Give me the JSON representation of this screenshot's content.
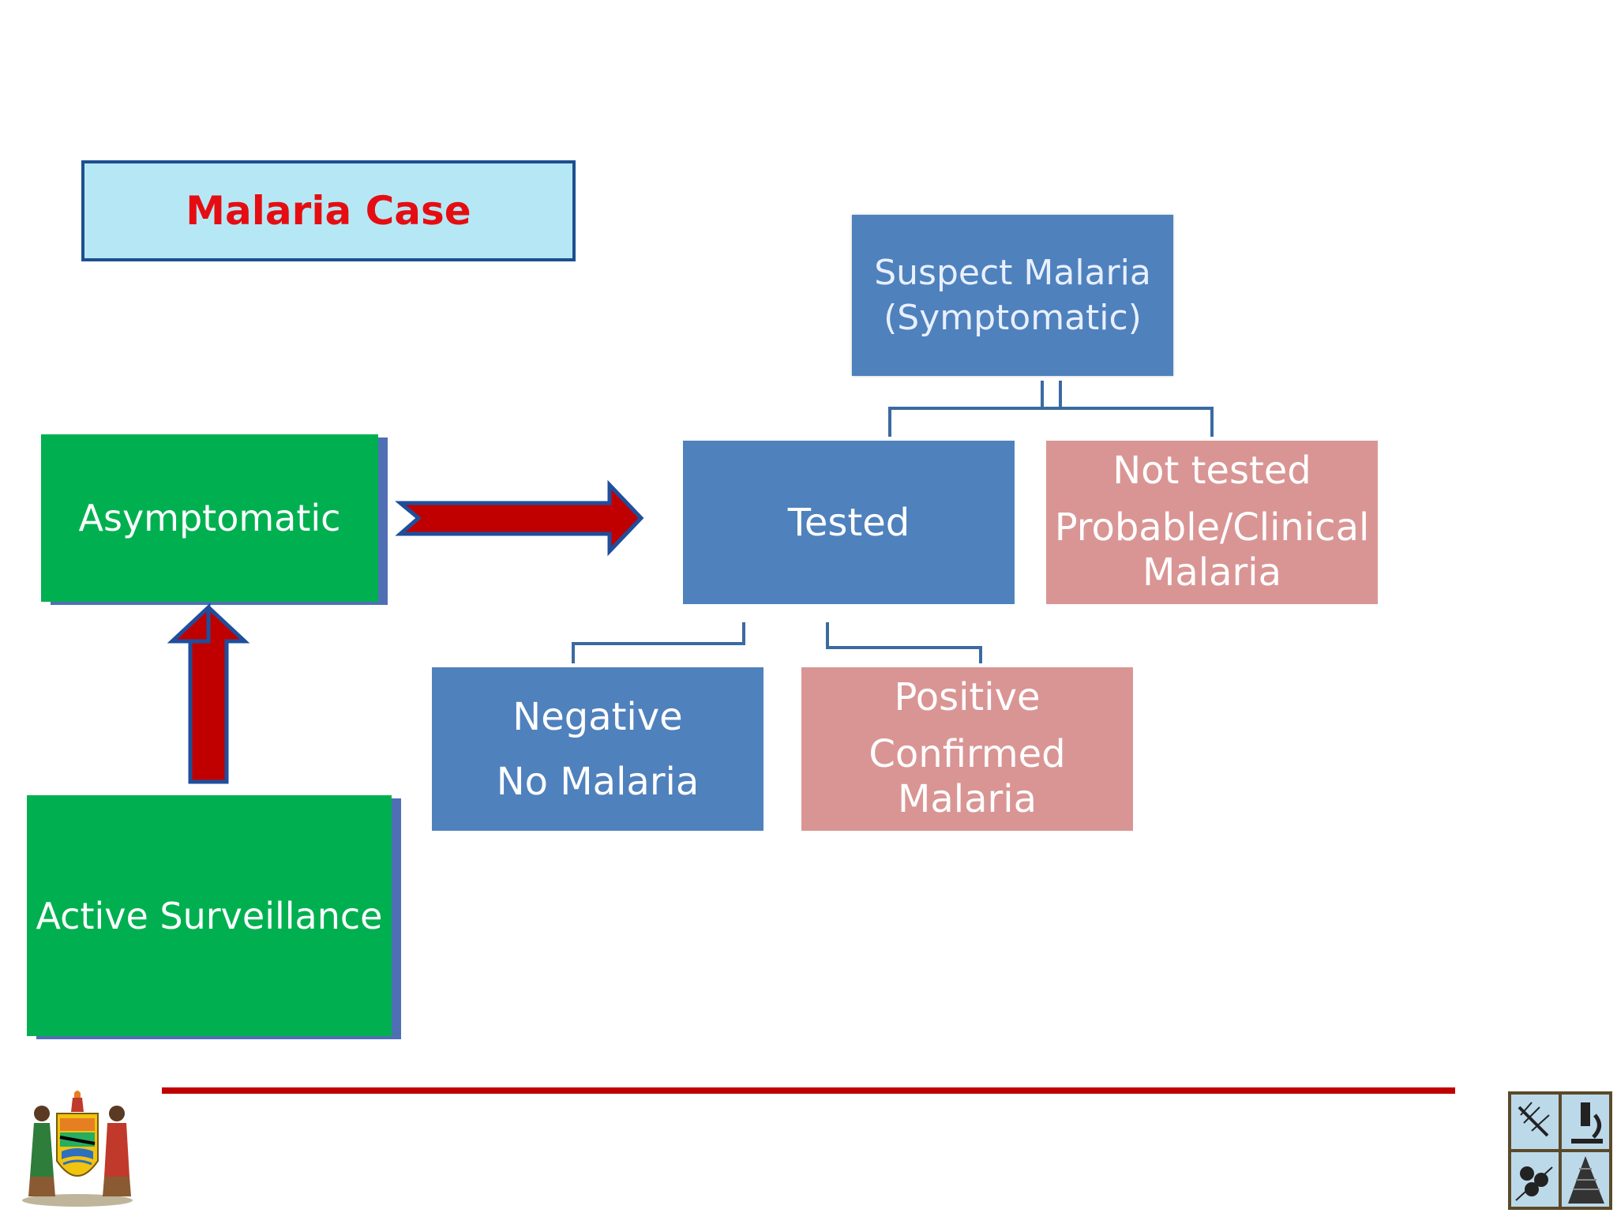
{
  "title": "Malaria Case",
  "nodes": {
    "suspect": {
      "line1": "Suspect Malaria",
      "line2": "(Symptomatic)"
    },
    "tested": {
      "label": "Tested"
    },
    "not_tested": {
      "line1": "Not tested",
      "line2": "Probable/Clinical",
      "line3": "Malaria"
    },
    "negative": {
      "line1": "Negative",
      "line2": "No Malaria"
    },
    "positive": {
      "line1": "Positive",
      "line2": "Confirmed",
      "line3": "Malaria"
    },
    "asymptomatic": {
      "label": "Asymptomatic"
    },
    "active_surveillance": {
      "label": "Active Surveillance"
    }
  },
  "colors": {
    "title_fill": "#b5e8f4",
    "title_border": "#1d4f91",
    "title_text": "#e50d12",
    "green": "#00b050",
    "blue": "#4f81bd",
    "pink": "#d99594",
    "arrow_fill": "#c00000",
    "arrow_outline": "#1f4e9c",
    "footer_line": "#c00000"
  },
  "icons": {
    "emblem": "coat-of-arms-icon",
    "logo": "malaria-program-logo-icon"
  }
}
